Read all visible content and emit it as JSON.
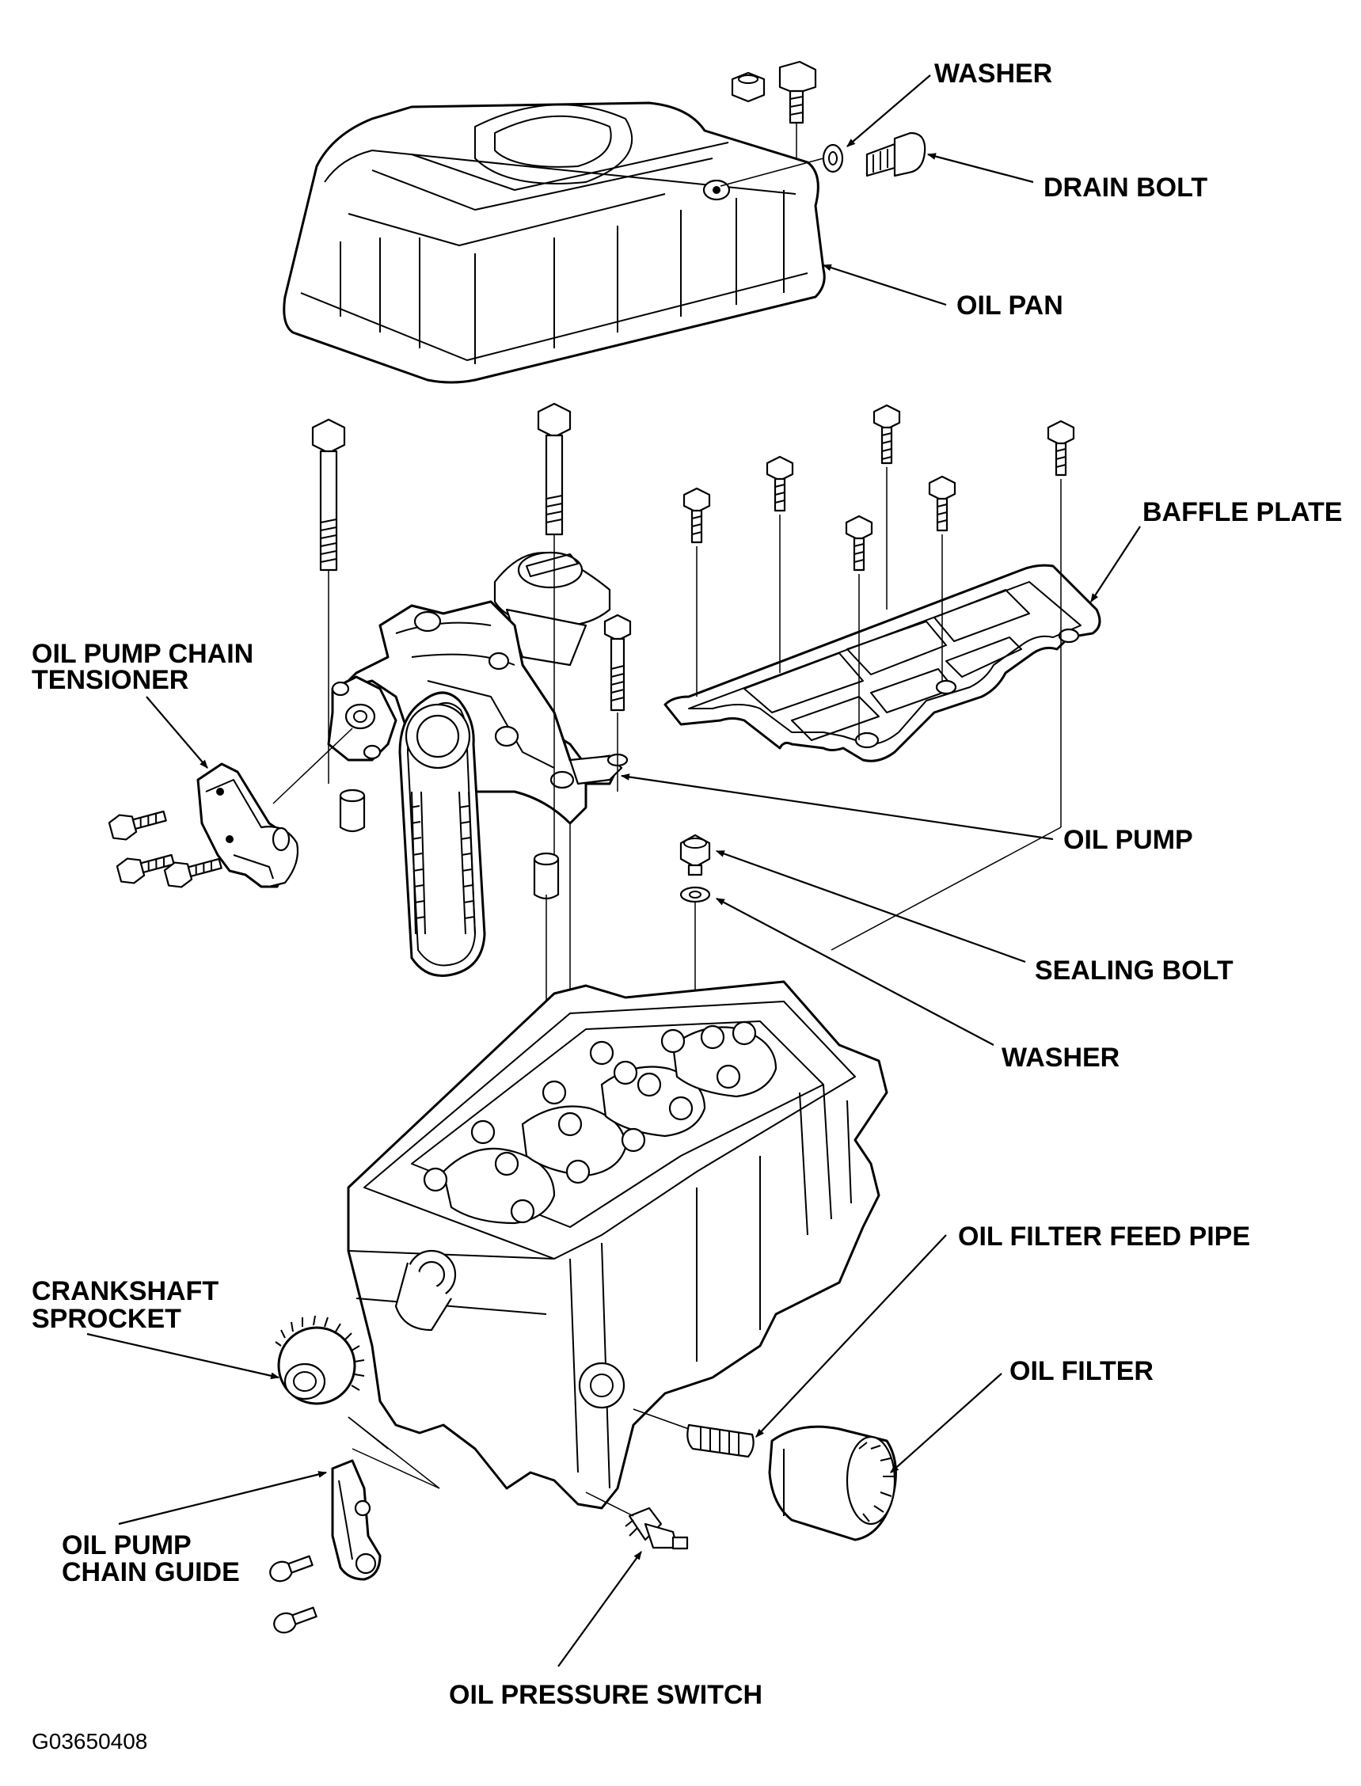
{
  "diagram": {
    "labels": {
      "washer_top": "WASHER",
      "drain_bolt": "DRAIN BOLT",
      "oil_pan": "OIL PAN",
      "baffle_plate": "BAFFLE PLATE",
      "oil_pump_chain_tensioner_1": "OIL PUMP CHAIN",
      "oil_pump_chain_tensioner_2": "TENSIONER",
      "oil_pump": "OIL PUMP",
      "sealing_bolt": "SEALING BOLT",
      "washer_mid": "WASHER",
      "oil_filter_feed_pipe": "OIL FILTER FEED PIPE",
      "crankshaft_sprocket_1": "CRANKSHAFT",
      "crankshaft_sprocket_2": "SPROCKET",
      "oil_filter": "OIL FILTER",
      "oil_pump_chain_guide_1": "OIL PUMP",
      "oil_pump_chain_guide_2": "CHAIN GUIDE",
      "oil_pressure_switch": "OIL PRESSURE SWITCH"
    },
    "figure_code": "G03650408"
  }
}
